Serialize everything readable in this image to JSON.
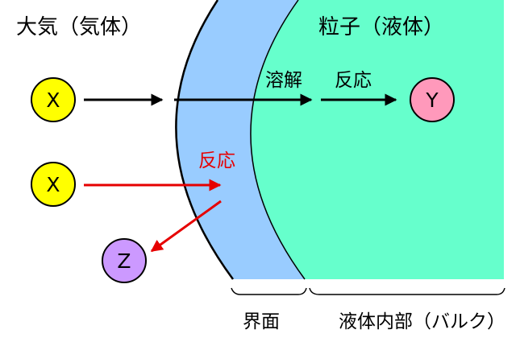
{
  "labels": {
    "gas": "大気（気体）",
    "particle": "粒子（液体）",
    "dissolve": "溶解",
    "react_bulk": "反応",
    "react_interface": "反応",
    "interface": "界面",
    "bulk": "液体内部（バルク）"
  },
  "molecules": {
    "x1": "X",
    "x2": "X",
    "y": "Y",
    "z": "Z"
  },
  "colors": {
    "bulk_fill": "#66ffcc",
    "interface_fill": "#99ccff",
    "x_fill": "#ffff00",
    "y_fill": "#ff99bb",
    "z_fill": "#cc99ff",
    "arrow_black": "#000000",
    "arrow_red": "#e60000"
  }
}
